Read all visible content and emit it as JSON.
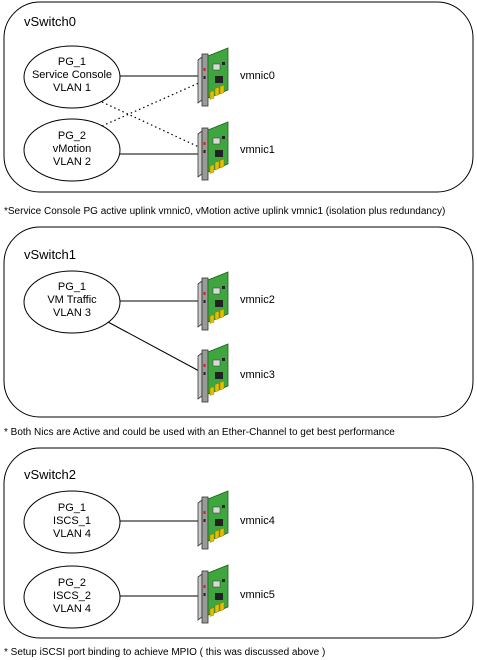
{
  "switches": [
    {
      "title": "vSwitch0",
      "port_groups": [
        {
          "name": "PG_1",
          "line2": "Service Console",
          "line3": "VLAN 1"
        },
        {
          "name": "PG_2",
          "line2": "vMotion",
          "line3": "VLAN 2"
        }
      ],
      "nics": [
        "vmnic0",
        "vmnic1"
      ],
      "caption": "*Service Console PG active uplink vmnic0, vMotion active uplink vmnic1 (isolation plus redundancy)"
    },
    {
      "title": "vSwitch1",
      "port_groups": [
        {
          "name": "PG_1",
          "line2": "VM Traffic",
          "line3": "VLAN 3"
        }
      ],
      "nics": [
        "vmnic2",
        "vmnic3"
      ],
      "caption": "* Both Nics are Active and could be used with an Ether-Channel to get best performance"
    },
    {
      "title": "vSwitch2",
      "port_groups": [
        {
          "name": "PG_1",
          "line2": "ISCS_1",
          "line3": "VLAN 4"
        },
        {
          "name": "PG_2",
          "line2": "ISCS_2",
          "line3": "VLAN 4"
        }
      ],
      "nics": [
        "vmnic4",
        "vmnic5"
      ],
      "caption": "* Setup iSCSI port binding to achieve MPIO ( this was discussed above )"
    }
  ],
  "colors": {
    "nic_board": "#3fa63f",
    "nic_board_dark": "#2c7d2c",
    "nic_bracket": "#9a9a9a",
    "nic_contacts": "#e0c000"
  },
  "icons": {
    "nic": "network-card-icon"
  }
}
